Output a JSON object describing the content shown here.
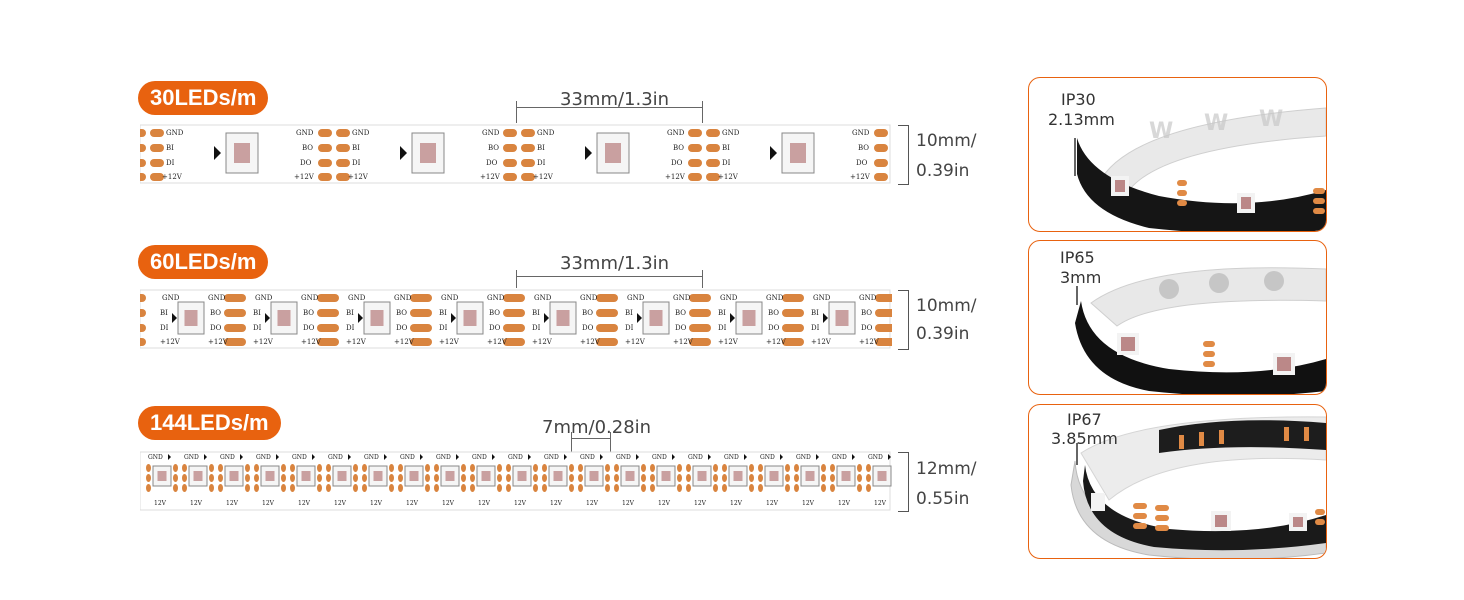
{
  "strips": [
    {
      "badge": "30LEDs/m",
      "spacing_label": "33mm/1.3in",
      "width_top": "10mm/",
      "width_bottom": "0.39in"
    },
    {
      "badge": "60LEDs/m",
      "spacing_label": "33mm/1.3in",
      "width_top": "10mm/",
      "width_bottom": "0.39in"
    },
    {
      "badge": "144LEDs/m",
      "spacing_label": "7mm/0.28in",
      "width_top": "12mm/",
      "width_bottom": "0.55in"
    }
  ],
  "pads": {
    "gnd": "GND",
    "bi": "BI",
    "di": "DI",
    "bo": "BO",
    "do": "DO",
    "v12": "+12V",
    "v12_short": "12V"
  },
  "ip_panels": [
    {
      "rating": "IP30",
      "thickness": "2.13mm"
    },
    {
      "rating": "IP65",
      "thickness": "3mm"
    },
    {
      "rating": "IP67",
      "thickness": "3.85mm"
    }
  ],
  "colors": {
    "accent": "#e8620f",
    "pad": "#d9843f",
    "strip": "#ffffff"
  }
}
